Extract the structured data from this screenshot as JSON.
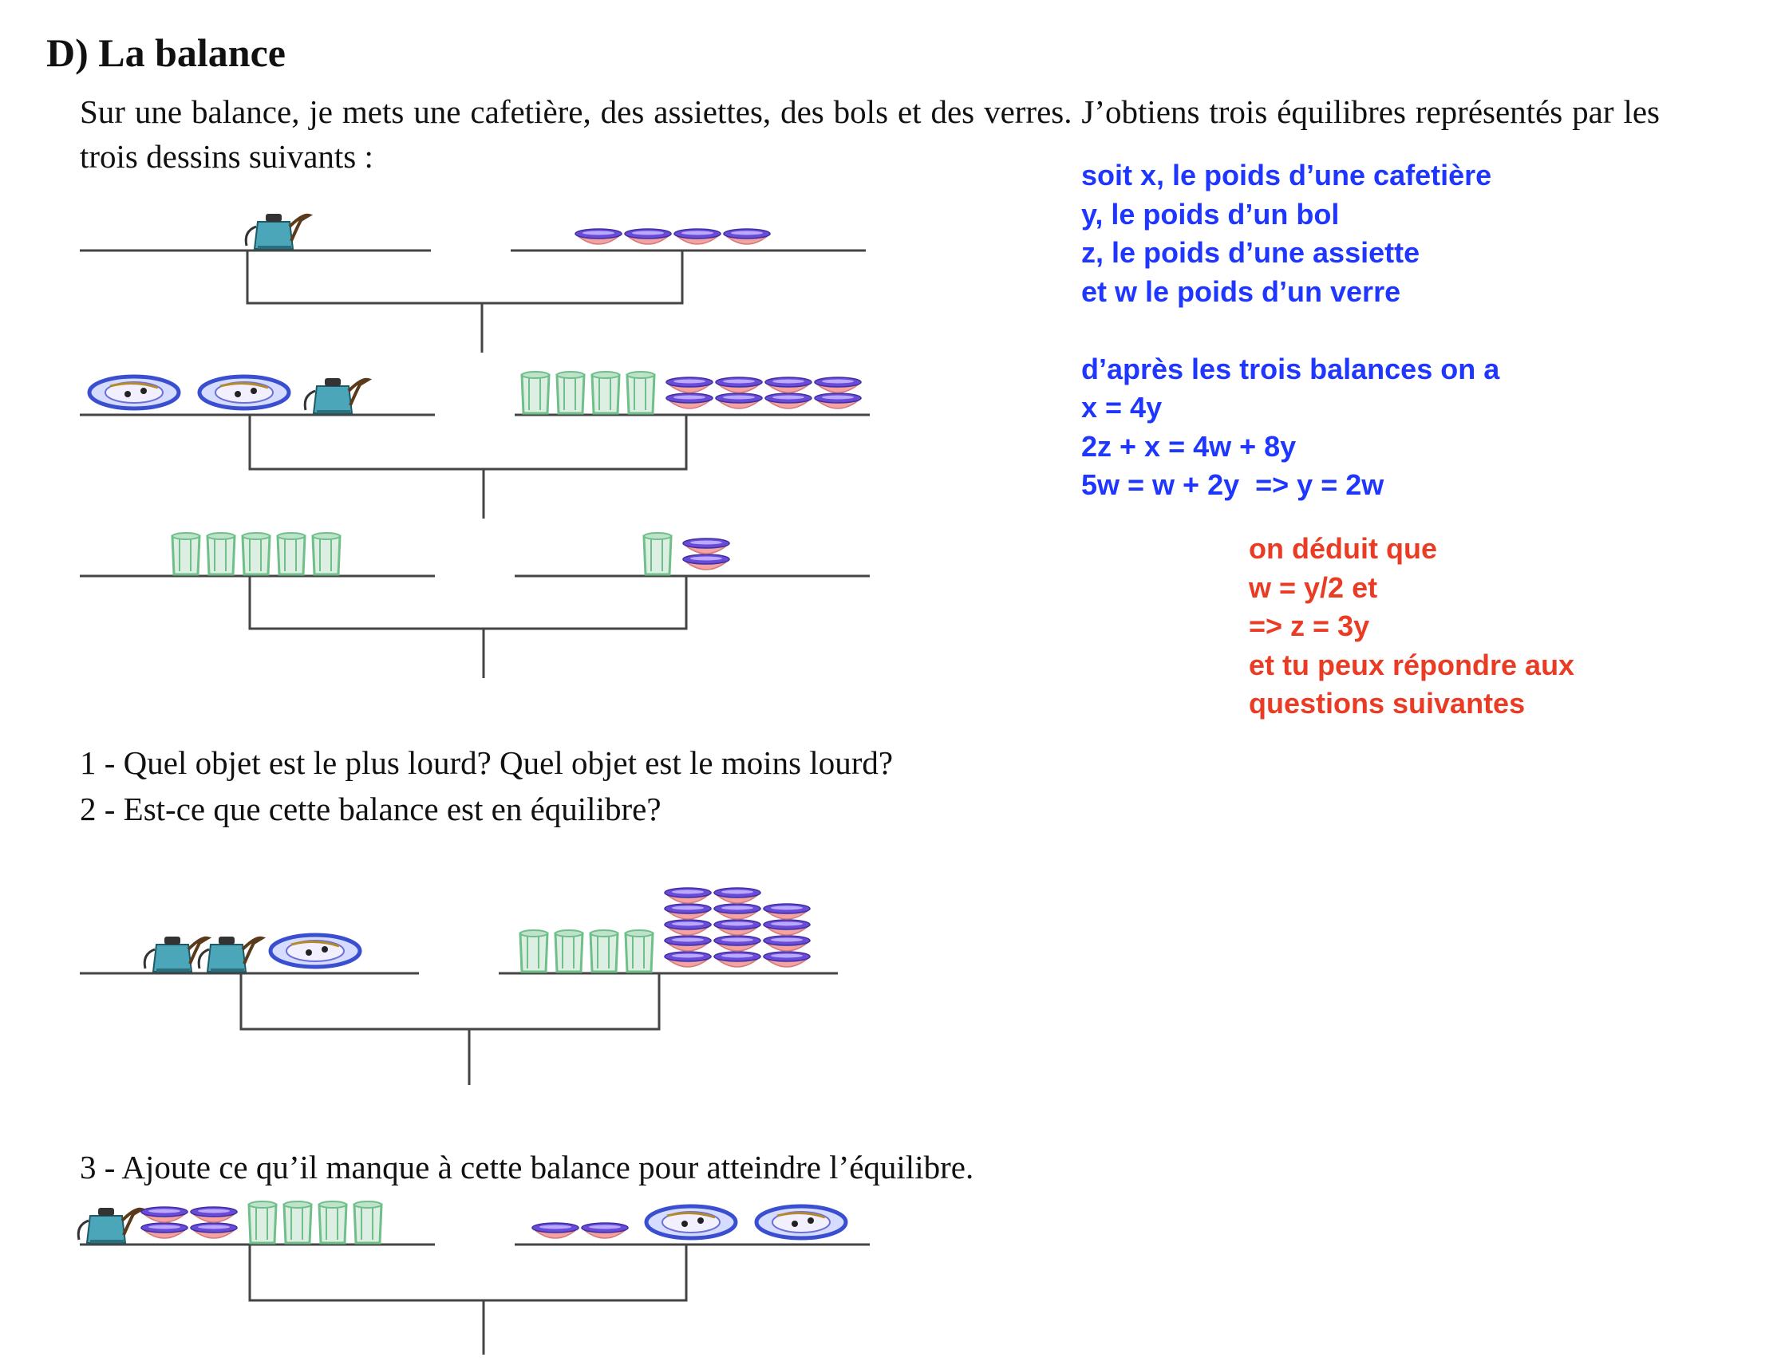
{
  "header": {
    "title": "D) La balance"
  },
  "intro": "Sur une balance, je mets une cafetière, des assiettes, des bols et des verres. J’obtiens trois équilibres représentés par les trois dessins suivants :",
  "questions": {
    "q1": "1 - Quel objet est le plus lourd? Quel objet est le moins lourd?",
    "q2": "2 - Est-ce que cette balance est en équilibre?",
    "q3": "3 - Ajoute ce qu’il manque à cette balance pour atteindre l’équilibre."
  },
  "annotations": {
    "blue": [
      "soit x, le poids d’une cafetière",
      "y, le poids d’un bol",
      "z, le poids d’une assiette",
      "et w le poids d’un verre",
      "",
      "d’après les trois balances on a",
      "x = 4y",
      "2z + x = 4w + 8y",
      "5w = w + 2y  => y = 2w"
    ],
    "red": [
      "on déduit que",
      "w = y/2 et",
      "=> z = 3y",
      "et tu peux répondre aux",
      "questions suivantes"
    ]
  },
  "colors": {
    "blue_text": "#1f36ff",
    "red_text": "#ea3b24",
    "coffeepot": "#4aa6b8",
    "glass": "#6fbf8a",
    "bowl_rim": "#6a4bd8",
    "bowl_body": "#f3a3a3",
    "plate": "#3a4fd0"
  },
  "scales": [
    {
      "left": [
        {
          "item": "coffeepot-icon",
          "count": 1
        }
      ],
      "right": [
        {
          "item": "bowl-icon",
          "count": 4
        }
      ]
    },
    {
      "left": [
        {
          "item": "plate-icon",
          "count": 2
        },
        {
          "item": "coffeepot-icon",
          "count": 1
        }
      ],
      "right": [
        {
          "item": "glass-icon",
          "count": 4
        },
        {
          "item": "bowl-icon",
          "count": 8,
          "stack": 2
        }
      ]
    },
    {
      "left": [
        {
          "item": "glass-icon",
          "count": 5
        }
      ],
      "right": [
        {
          "item": "glass-icon",
          "count": 1
        },
        {
          "item": "bowl-icon",
          "count": 2,
          "stack": 2
        }
      ]
    },
    {
      "left": [
        {
          "item": "coffeepot-icon",
          "count": 2
        },
        {
          "item": "plate-icon",
          "count": 1
        }
      ],
      "right": [
        {
          "item": "glass-icon",
          "count": 4
        },
        {
          "item": "bowl-icon",
          "count": 14,
          "stacks": [
            5,
            5,
            4
          ]
        }
      ]
    },
    {
      "left": [
        {
          "item": "coffeepot-icon",
          "count": 1
        },
        {
          "item": "bowl-icon",
          "count": 4,
          "stack": 2
        },
        {
          "item": "glass-icon",
          "count": 4
        }
      ],
      "right": [
        {
          "item": "bowl-icon",
          "count": 2
        },
        {
          "item": "plate-icon",
          "count": 2
        }
      ]
    }
  ]
}
